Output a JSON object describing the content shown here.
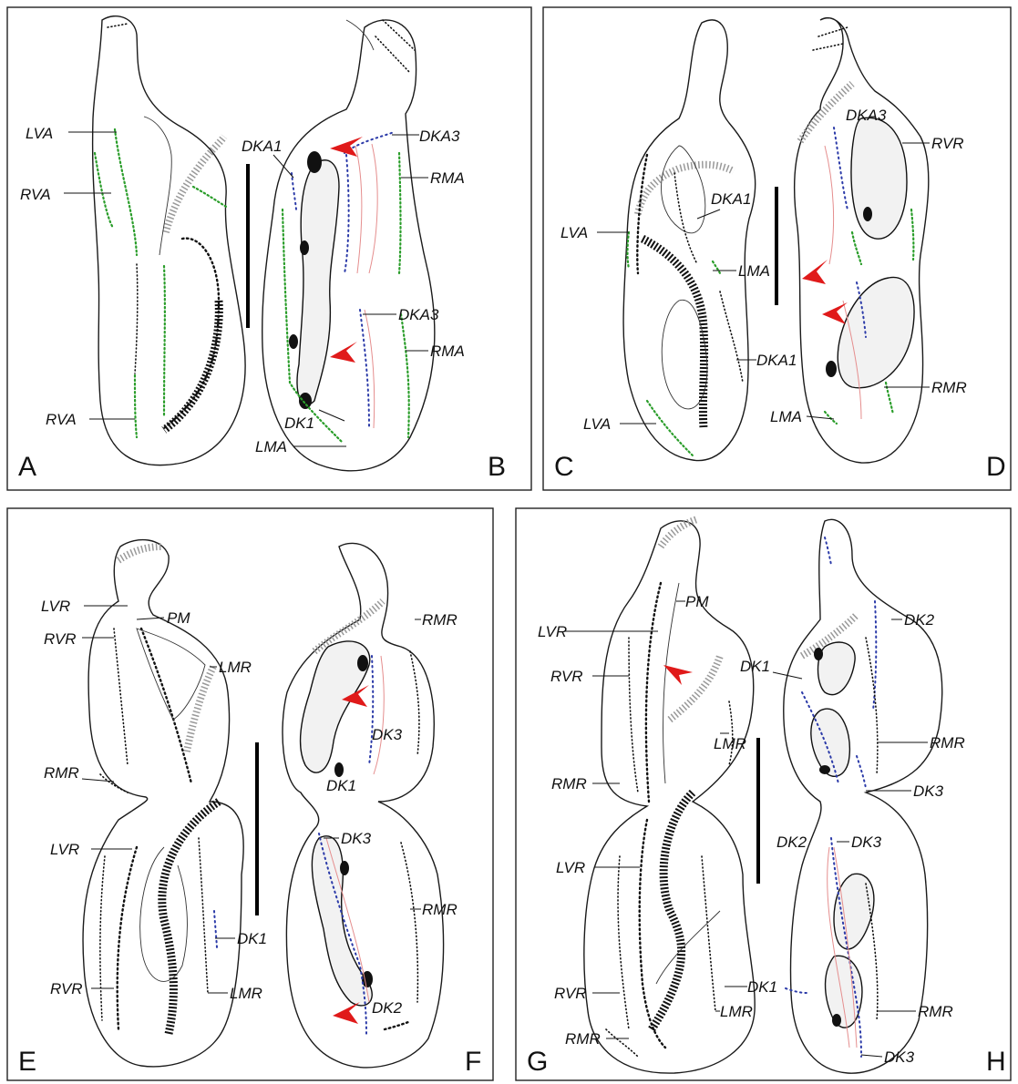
{
  "panels": [
    {
      "letter": "A"
    },
    {
      "letter": "B"
    },
    {
      "letter": "C"
    },
    {
      "letter": "D"
    },
    {
      "letter": "E"
    },
    {
      "letter": "F"
    },
    {
      "letter": "G"
    },
    {
      "letter": "H"
    }
  ],
  "labels": {
    "A": {
      "lva": "LVA",
      "rva1": "RVA",
      "rva2": "RVA"
    },
    "B": {
      "dka1": "DKA1",
      "dka3a": "DKA3",
      "rma1": "RMA",
      "dka3b": "DKA3",
      "rma2": "RMA",
      "dk1": "DK1",
      "lma": "LMA"
    },
    "C": {
      "lva1": "LVA",
      "dka1a": "DKA1",
      "lma": "LMA",
      "dka1b": "DKA1",
      "lva2": "LVA"
    },
    "D": {
      "dka3": "DKA3",
      "rvr": "RVR",
      "rmr": "RMR",
      "lma": "LMA"
    },
    "E": {
      "lvr1": "LVR",
      "pm": "PM",
      "rvr1": "RVR",
      "lmr1": "LMR",
      "rmr": "RMR",
      "lvr2": "LVR",
      "dk1": "DK1",
      "rvr2": "RVR",
      "lmr2": "LMR"
    },
    "F": {
      "rmr1": "RMR",
      "dk3a": "DK3",
      "dk1": "DK1",
      "dk3b": "DK3",
      "rmr2": "RMR",
      "dk2": "DK2"
    },
    "G": {
      "pm": "PM",
      "lvr1": "LVR",
      "rvr1": "RVR",
      "lmr1": "LMR",
      "rmr1": "RMR",
      "lvr2": "LVR",
      "rvr2": "RVR",
      "lmr2": "LMR",
      "rmr2": "RMR"
    },
    "H": {
      "dk2a": "DK2",
      "dk1a": "DK1",
      "rmr1": "RMR",
      "dk3a": "DK3",
      "dk2b": "DK2",
      "dk3b": "DK3",
      "dk1b": "DK1",
      "rmr2": "RMR",
      "dk3c": "DK3"
    }
  },
  "colors": {
    "ventral_cirri": "#2a9d2a",
    "dorsal_kineties": "#2b3aa8",
    "arrowheads": "#e01a1a",
    "connecting_lines": "#e58e8e"
  }
}
